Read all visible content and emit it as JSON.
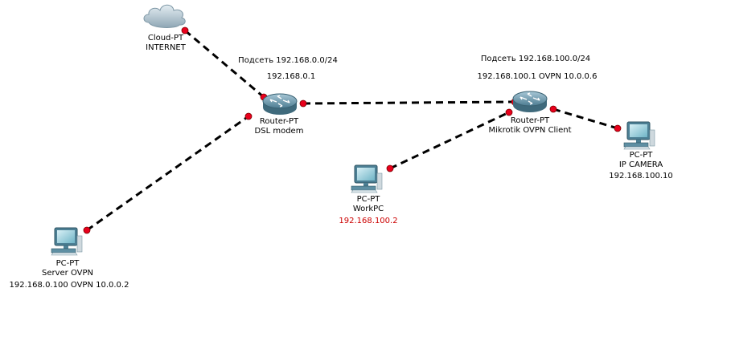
{
  "devices": {
    "cloud": {
      "type": "Cloud-PT",
      "name": "INTERNET"
    },
    "dsl_router": {
      "type": "Router-PT",
      "name": "DSL modem"
    },
    "mikrotik_router": {
      "type": "Router-PT",
      "name": "Mikrotik OVPN Client"
    },
    "server_pc": {
      "type": "PC-PT",
      "name": "Server OVPN",
      "ip": "192.168.0.100 OVPN 10.0.0.2"
    },
    "work_pc": {
      "type": "PC-PT",
      "name": "WorkPC",
      "ip": "192.168.100.2"
    },
    "camera_pc": {
      "type": "PC-PT",
      "name": "IP CAMERA",
      "ip": "192.168.100.10"
    }
  },
  "subnets": {
    "left": {
      "label": "Подсеть 192.168.0.0/24",
      "gateway": "192.168.0.1"
    },
    "right": {
      "label": "Подсеть 192.168.100.0/24",
      "gateway": "192.168.100.1 OVPN 10.0.0.6"
    }
  },
  "colors": {
    "link": "#000000",
    "port": "#e8001c",
    "highlight_ip": "#cc0000",
    "router_body": "#5f8ea3",
    "monitor_frame": "#4c7f94",
    "cloud": "#a9bfcc"
  },
  "icons": [
    "cloud-icon",
    "router-icon",
    "pc-icon"
  ]
}
